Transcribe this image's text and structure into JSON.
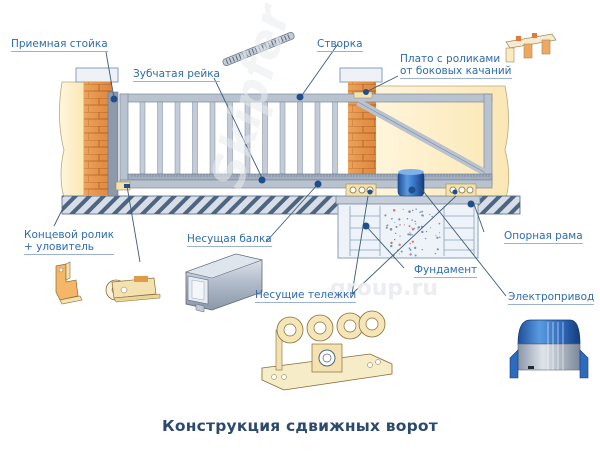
{
  "diagram": {
    "title": "Конструкция сдвижных ворот",
    "watermark": {
      "brand": "Skipfer",
      "site": "group.ru"
    },
    "labels": {
      "receiving_post": "Приемная стойка",
      "gear_rack": "Зубчатая рейка",
      "gate_leaf": "Створка",
      "roller_plate": "Плато с роликами\nот боковых качаний",
      "end_roller": "Концевой ролик\n+ уловитель",
      "bearing_beam": "Несущая балка",
      "support_frame": "Опорная рама",
      "foundation": "Фундамент",
      "carriages": "Несущие тележки",
      "electric_drive": "Электропривод"
    },
    "colors": {
      "label_text": "#2e6bab",
      "title_text": "#2c4a6e",
      "leader_line": "#3d5a7a",
      "callout_dot": "#1f4e8c",
      "brick": "#e8954a",
      "wall": "#fdf0c8",
      "gate_frame": "#b9c3d0",
      "ground_hatch": "#4d6580",
      "concrete": "#eef3fa",
      "motor": "#3a78c8",
      "hardware": "#f3e2b0"
    }
  }
}
